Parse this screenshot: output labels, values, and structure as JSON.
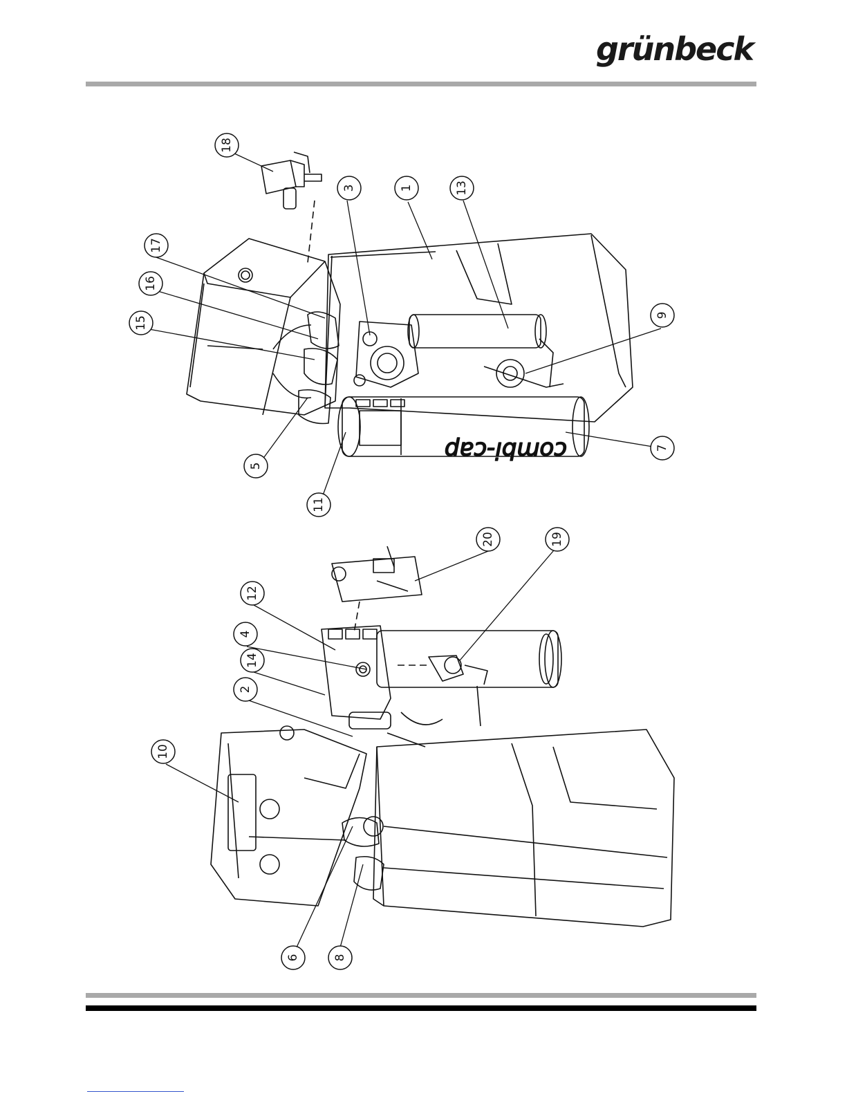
{
  "header": {
    "brand": "grünbeck"
  },
  "drawing": {
    "product_label": "combi-cap",
    "callouts": [
      "18",
      "17",
      "16",
      "15",
      "3",
      "1",
      "13",
      "9",
      "5",
      "11",
      "7",
      "12",
      "4",
      "14",
      "2",
      "10",
      "20",
      "19",
      "6",
      "8"
    ]
  }
}
